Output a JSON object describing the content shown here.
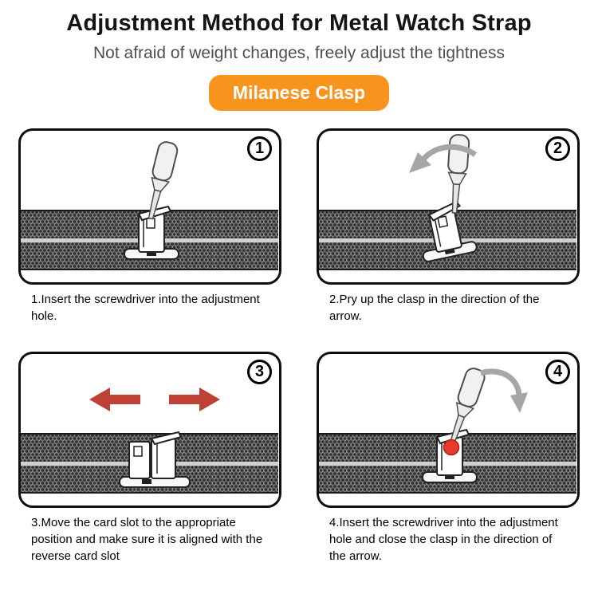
{
  "header": {
    "title": "Adjustment Method for Metal Watch Strap",
    "subtitle": "Not afraid of weight changes, freely adjust the tightness",
    "badge_label": "Milanese Clasp"
  },
  "colors": {
    "badge_orange": "#f7941d",
    "arrow_red": "#bf4136",
    "dot_red": "#e8392b"
  },
  "steps": [
    {
      "number": "1",
      "caption": "1.Insert the screwdriver into the adjustment hole.",
      "illustration": [
        "watch-strap",
        "clasp",
        "screwdriver"
      ]
    },
    {
      "number": "2",
      "caption": "2.Pry up the clasp in the direction of the arrow.",
      "illustration": [
        "watch-strap",
        "clasp",
        "screwdriver",
        "curved-arrow"
      ]
    },
    {
      "number": "3",
      "caption": "3.Move the card slot to the appropriate position and make sure it is aligned with the reverse card slot",
      "illustration": [
        "watch-strap",
        "open-clasp",
        "left-arrow",
        "right-arrow"
      ]
    },
    {
      "number": "4",
      "caption": "4.Insert the screwdriver into the adjustment hole and close the clasp in the direction of the arrow.",
      "illustration": [
        "watch-strap",
        "clasp",
        "screwdriver",
        "red-dot",
        "curved-arrow"
      ]
    }
  ]
}
